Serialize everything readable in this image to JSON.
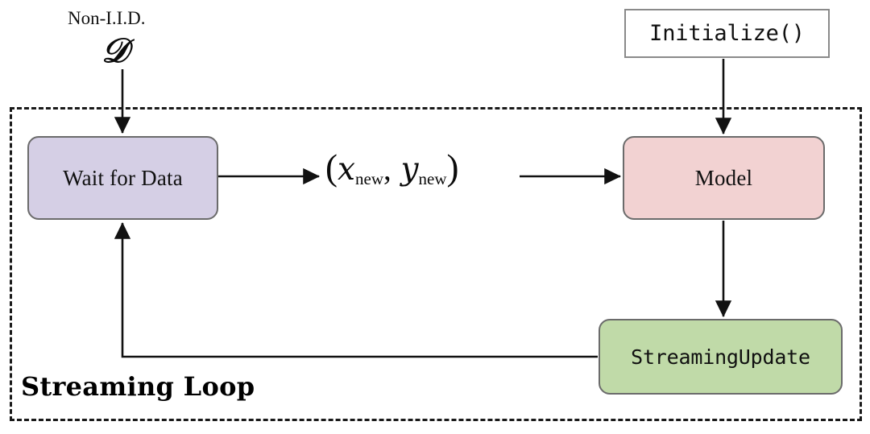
{
  "diagram": {
    "title": "Streaming Loop",
    "container_label": "Streaming Loop",
    "external_inputs": {
      "dataset_caption": "Non-I.I.D.",
      "dataset_symbol": "𝒟",
      "initialize_label": "Initialize()"
    },
    "edge_label_sample": {
      "open_paren": "(",
      "x_var": "x",
      "x_sub": "new",
      "comma": ",",
      "y_var": "y",
      "y_sub": "new",
      "close_paren": ")"
    },
    "nodes": [
      {
        "id": "initialize",
        "label": "Initialize()",
        "shape": "rectangle",
        "font": "monospace",
        "fill": "#ffffff",
        "stroke": "#8a8a8a",
        "inside_loop": false
      },
      {
        "id": "wait-for-data",
        "label": "Wait for Data",
        "shape": "rounded-rectangle",
        "font": "serif",
        "fill": "#d5cfe5",
        "stroke": "#6b6b6b",
        "inside_loop": true
      },
      {
        "id": "model",
        "label": "Model",
        "shape": "rounded-rectangle",
        "font": "serif",
        "fill": "#f2d2d2",
        "stroke": "#6b6b6b",
        "inside_loop": true
      },
      {
        "id": "streaming-update",
        "label": "StreamingUpdate",
        "shape": "rounded-rectangle",
        "font": "monospace",
        "fill": "#c0daa8",
        "stroke": "#6b6b6b",
        "inside_loop": true
      }
    ],
    "edges": [
      {
        "id": "dataset-to-wait",
        "from": "dataset",
        "to": "wait-for-data",
        "label": "",
        "direction": "down"
      },
      {
        "id": "wait-to-sample",
        "from": "wait-for-data",
        "to": "sample-pair",
        "label": "",
        "direction": "right"
      },
      {
        "id": "sample-to-model",
        "from": "sample-pair",
        "to": "model",
        "label": "",
        "direction": "right"
      },
      {
        "id": "initialize-to-model",
        "from": "initialize",
        "to": "model",
        "label": "",
        "direction": "down"
      },
      {
        "id": "model-to-update",
        "from": "model",
        "to": "streaming-update",
        "label": "",
        "direction": "down"
      },
      {
        "id": "update-to-wait",
        "from": "streaming-update",
        "to": "wait-for-data",
        "label": "",
        "direction": "feedback-left-up"
      }
    ],
    "colors": {
      "background": "#ffffff",
      "wait_fill": "#d5cfe5",
      "model_fill": "#f2d2d2",
      "update_fill": "#c0daa8",
      "node_stroke": "#6b6b6b",
      "rect_stroke": "#8a8a8a",
      "arrow": "#111111",
      "dashed_border": "#1a1a1a",
      "text": "#0b0b0b"
    }
  }
}
